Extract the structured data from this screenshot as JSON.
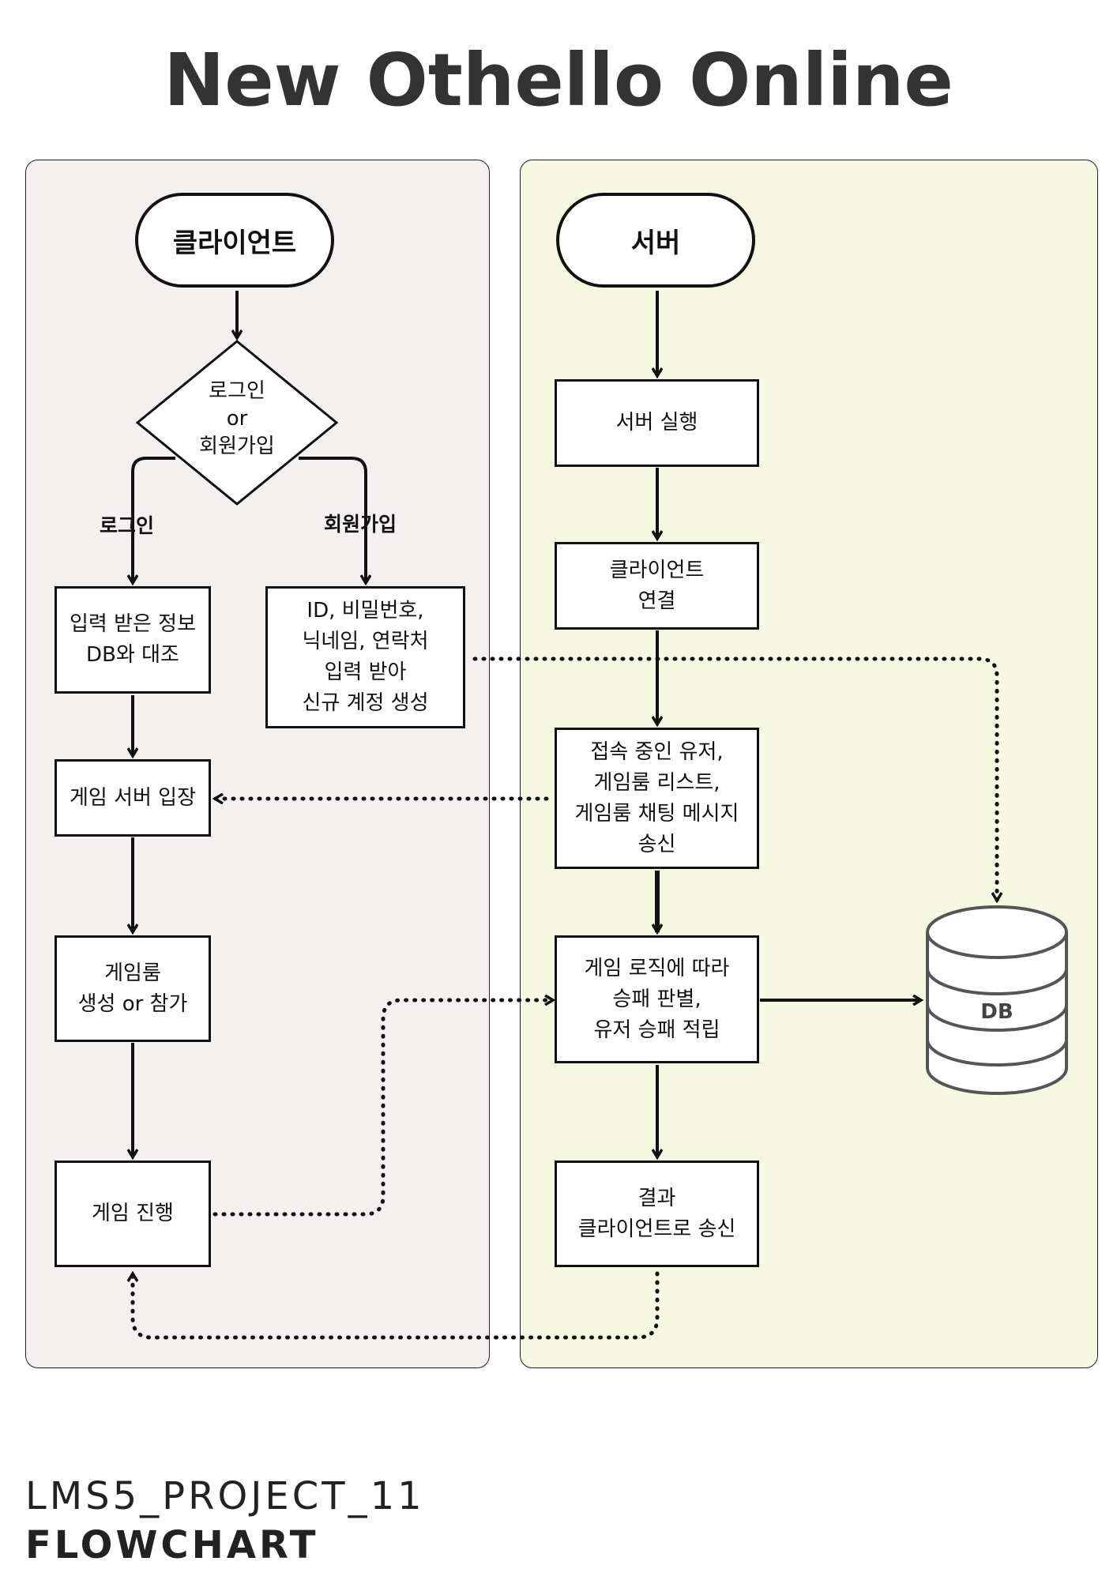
{
  "title": "New Othello Online",
  "client": {
    "start": "클라이언트",
    "decision": "로그인\nor\n회원가입",
    "branch_login": "로그인",
    "branch_signup": "회원가입",
    "login_box": "입력 받은 정보\nDB와 대조",
    "signup_box": "ID, 비밀번호,\n닉네임, 연락처\n입력 받아\n신규 계정 생성",
    "enter_server": "게임 서버 입장",
    "room": "게임룸\n생성 or 참가",
    "play": "게임 진행"
  },
  "server": {
    "start": "서버",
    "run": "서버 실행",
    "connect": "클라이언트\n연결",
    "send_info": "접속 중인 유저,\n게임룸 리스트,\n게임룸 채팅 메시지\n송신",
    "judge": "게임 로직에 따라\n승패 판별,\n유저 승패 적립",
    "result": "결과\n클라이언트로 송신"
  },
  "db_label": "DB",
  "footer": {
    "line1": "LMS5_PROJECT_11",
    "line2": "FLOWCHART"
  }
}
